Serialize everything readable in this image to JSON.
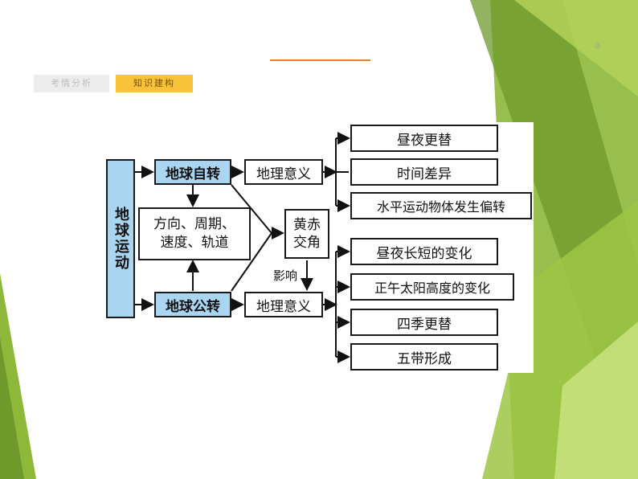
{
  "page_number": "-3-",
  "tabs": [
    {
      "label": "考情分析",
      "active": false
    },
    {
      "label": "知识建构",
      "active": true
    }
  ],
  "diagram": {
    "root": "地球运动",
    "rotation": "地球自转",
    "revolution": "地球公转",
    "common": "方向、周期、速度、轨道",
    "common_line1": "方向、周期、",
    "common_line2": "速度、轨道",
    "obliquity_line1": "黄赤",
    "obliquity_line2": "交角",
    "significance_rotation": "地理意义",
    "significance_revolution": "地理意义",
    "influence_label": "影响",
    "rotation_effects": [
      "昼夜更替",
      "时间差异",
      "水平运动物体发生偏转"
    ],
    "revolution_effects": [
      "昼夜长短的变化",
      "正午太阳高度的变化",
      "四季更替",
      "五带形成"
    ]
  },
  "colors": {
    "accent_line": "#e8822a",
    "tab_active": "#f7c13a",
    "box_highlight": "#a9d5f0",
    "green_light": "#c9e07a",
    "green_dark": "#6d9a2a"
  }
}
